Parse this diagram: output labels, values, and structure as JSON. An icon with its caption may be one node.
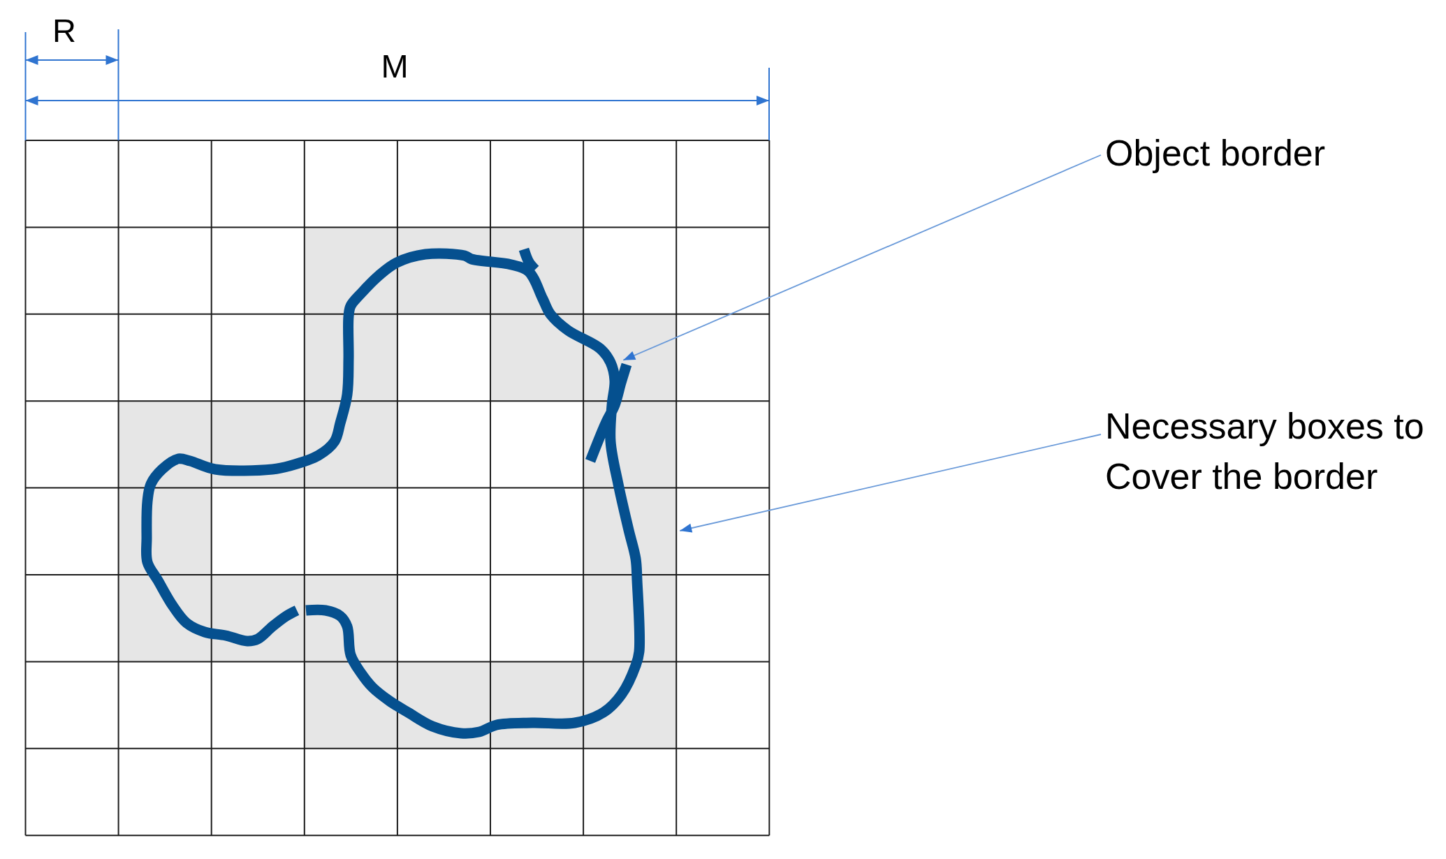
{
  "diagram": {
    "nodes": [
      {
        "text": [],
        "shape": "box"
      },
      {
        "text": [],
        "shape": "curve",
        "in": 0
      },
      {
        "text": [
          "Object border"
        ]
      },
      {
        "text": [
          "Necessary boxes to Cover the border"
        ]
      }
    ],
    "edges": [
      {
        "from": 2,
        "to": 1,
        "arrow": "to"
      },
      {
        "from": 3,
        "to": 0,
        "arrow": "to"
      }
    ],
    "labels": [
      "R",
      "M"
    ]
  }
}
